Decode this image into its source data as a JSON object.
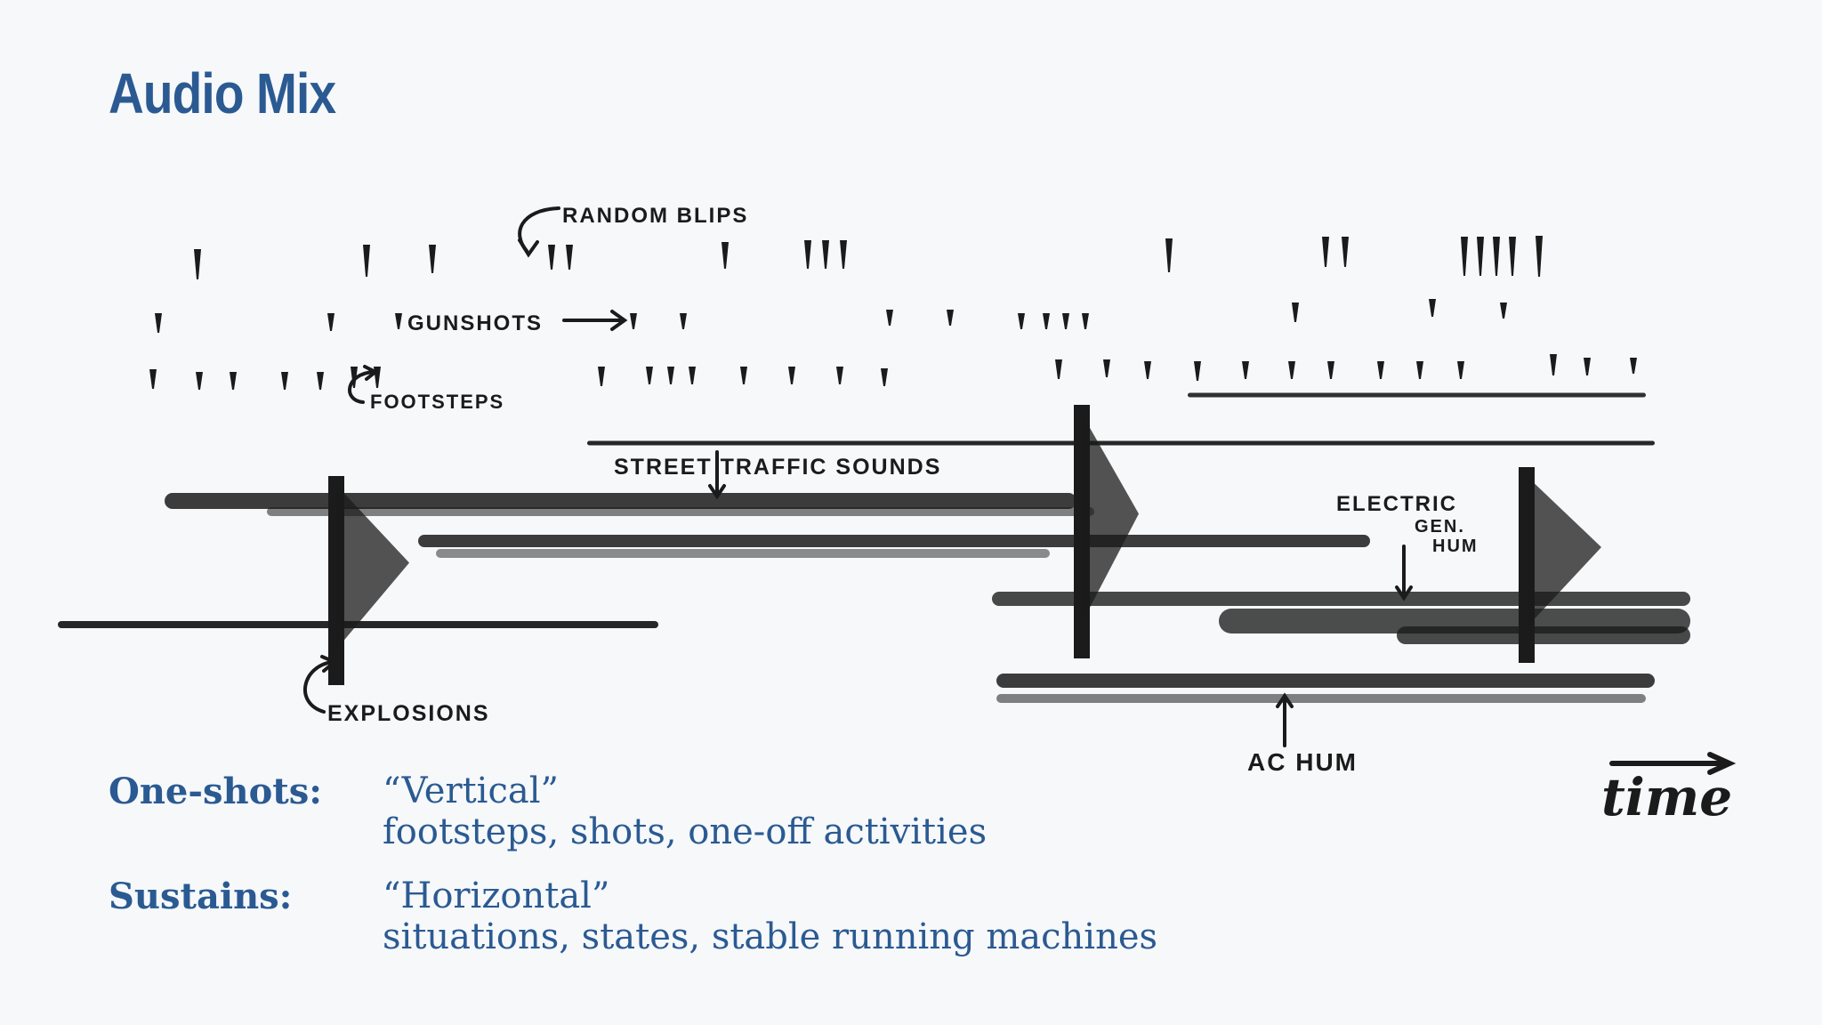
{
  "slide": {
    "title": "Audio Mix"
  },
  "sketch": {
    "labels": {
      "random_blips": "RANDOM BLIPS",
      "gunshots": "GUNSHOTS",
      "footsteps": "FOOTSTEPS",
      "street_traffic": "STREET TRAFFIC SOUNDS",
      "explosions": "EXPLOSIONS",
      "electric_gen_line1": "ELECTRIC",
      "electric_gen_line2": "GEN.",
      "electric_gen_line3": "HUM",
      "ac_hum": "AC HUM",
      "time": "time"
    },
    "ink_color": "#1b1b1b"
  },
  "legend": [
    {
      "term": "One-shots:",
      "quote": "“Vertical”",
      "examples": "footsteps, shots, one-off activities"
    },
    {
      "term": "Sustains:",
      "quote": "“Horizontal”",
      "examples": "situations, states, stable running machines"
    }
  ]
}
